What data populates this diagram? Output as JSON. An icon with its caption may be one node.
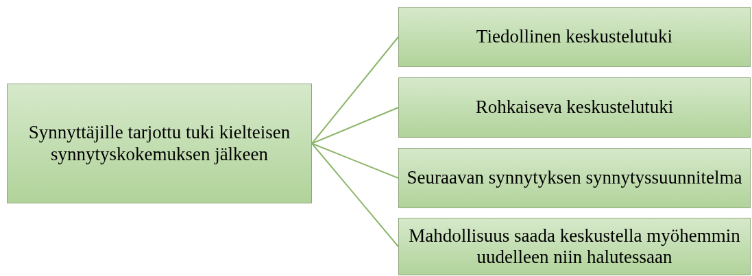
{
  "diagram": {
    "nodes": [
      {
        "text": [
          "Synnyttäjille tarjottu tuki kielteisen synnytyskokemuksen jälkeen"
        ]
      },
      {
        "text": [
          "Tiedollinen keskustelutuki"
        ]
      },
      {
        "text": [
          "Rohkaiseva keskustelutuki"
        ]
      },
      {
        "text": [
          "Seuraavan synnytyksen synnytyssuunnitelma"
        ]
      },
      {
        "text": [
          "Mahdollisuus saada keskustella myöhemmin uudelleen niin halutessaan"
        ]
      }
    ],
    "edges": [
      {
        "from": 0,
        "to": 1,
        "arrow": "none"
      },
      {
        "from": 0,
        "to": 2,
        "arrow": "none"
      },
      {
        "from": 0,
        "to": 3,
        "arrow": "none"
      },
      {
        "from": 0,
        "to": 4,
        "arrow": "none"
      }
    ]
  }
}
